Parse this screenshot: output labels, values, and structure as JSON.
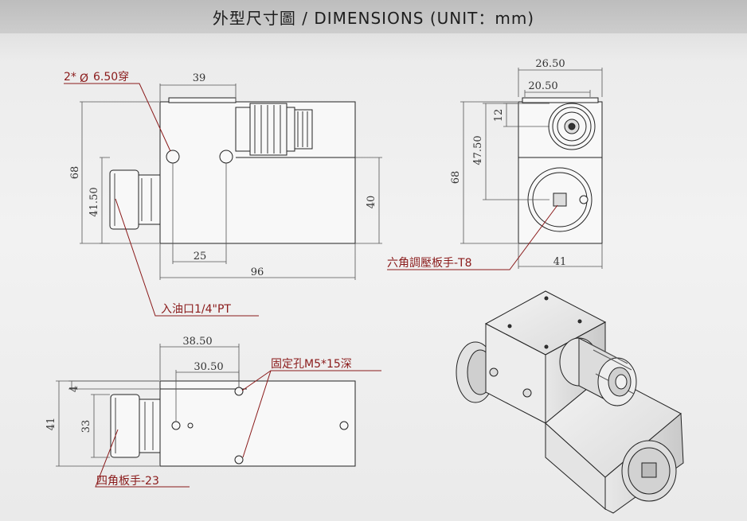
{
  "title": "外型尺寸圖 / DIMENSIONS  (UNIT：mm)",
  "front_view": {
    "hole_label": "2*",
    "hole_symbol": "Ø",
    "hole_value": "6.50穿",
    "dim_width_top": "39",
    "dim_height_total": "68",
    "dim_port_height": "41.50",
    "dim_right_height": "40",
    "dim_hole_spacing": "25",
    "dim_total_width": "96"
  },
  "side_view": {
    "dim_top_outer": "26.50",
    "dim_top_inner": "20.50",
    "dim_small": "12",
    "dim_mid_height": "47.50",
    "dim_height": "68",
    "dim_width": "41"
  },
  "top_view": {
    "dim_outer": "38.50",
    "dim_inner": "30.50",
    "dim_top_offset": "4",
    "dim_height": "41",
    "dim_port": "33"
  },
  "callouts": {
    "oil_inlet": "入油口1/4\"PT",
    "hex_wrench": "六角調壓板手-T8",
    "mount_hole": "固定孔M5*15深",
    "square_wrench": "四角板手-23"
  },
  "colors": {
    "callout": "#8a1a1a",
    "line": "#222222",
    "dim_line": "#555555"
  }
}
